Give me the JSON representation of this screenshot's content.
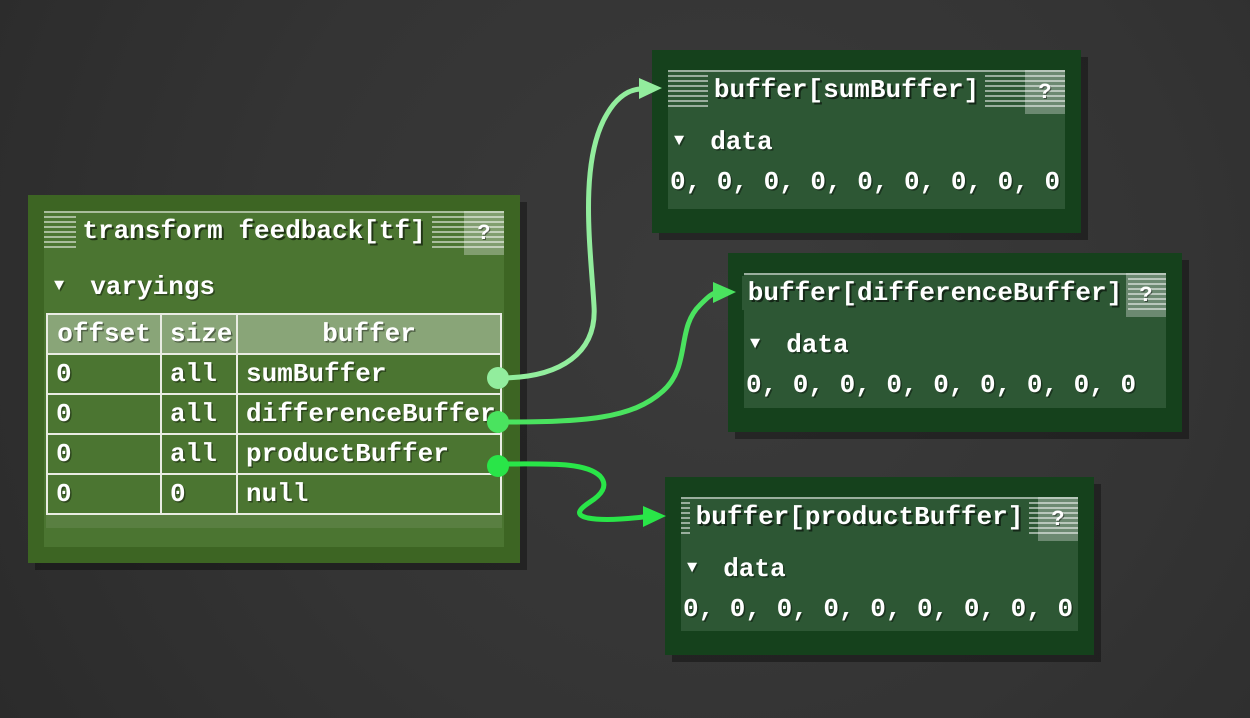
{
  "app": {
    "background": "#333333",
    "description": "WebGL state diagram: transform feedback bound to buffers"
  },
  "tf_panel": {
    "title": "transform feedback[tf]",
    "help_label": "?",
    "expander_icon": "▼",
    "expander_label": "varyings",
    "table": {
      "columns": [
        "offset",
        "size",
        "buffer"
      ],
      "rows": [
        {
          "offset": "0",
          "size": "all",
          "buffer": "sumBuffer"
        },
        {
          "offset": "0",
          "size": "all",
          "buffer": "differenceBuffer"
        },
        {
          "offset": "0",
          "size": "all",
          "buffer": "productBuffer"
        },
        {
          "offset": "0",
          "size": "0",
          "buffer": "null"
        }
      ]
    }
  },
  "buffer_panels": [
    {
      "title": "buffer[sumBuffer]",
      "help_label": "?",
      "expander_icon": "▼",
      "expander_label": "data",
      "values": "0, 0, 0, 0, 0, 0, 0, 0, 0"
    },
    {
      "title": "buffer[differenceBuffer]",
      "help_label": "?",
      "expander_icon": "▼",
      "expander_label": "data",
      "values": "0, 0, 0, 0, 0, 0, 0, 0, 0"
    },
    {
      "title": "buffer[productBuffer]",
      "help_label": "?",
      "expander_icon": "▼",
      "expander_label": "data",
      "values": "0, 0, 0, 0, 0, 0, 0, 0, 0"
    }
  ],
  "connections": [
    {
      "source": "sumBuffer",
      "target": "buffer[sumBuffer]",
      "color": "#92ed9d"
    },
    {
      "source": "differenceBuffer",
      "target": "buffer[differenceBuffer]",
      "color": "#4ae35f"
    },
    {
      "source": "productBuffer",
      "target": "buffer[productBuffer]",
      "color": "#29e548"
    }
  ]
}
